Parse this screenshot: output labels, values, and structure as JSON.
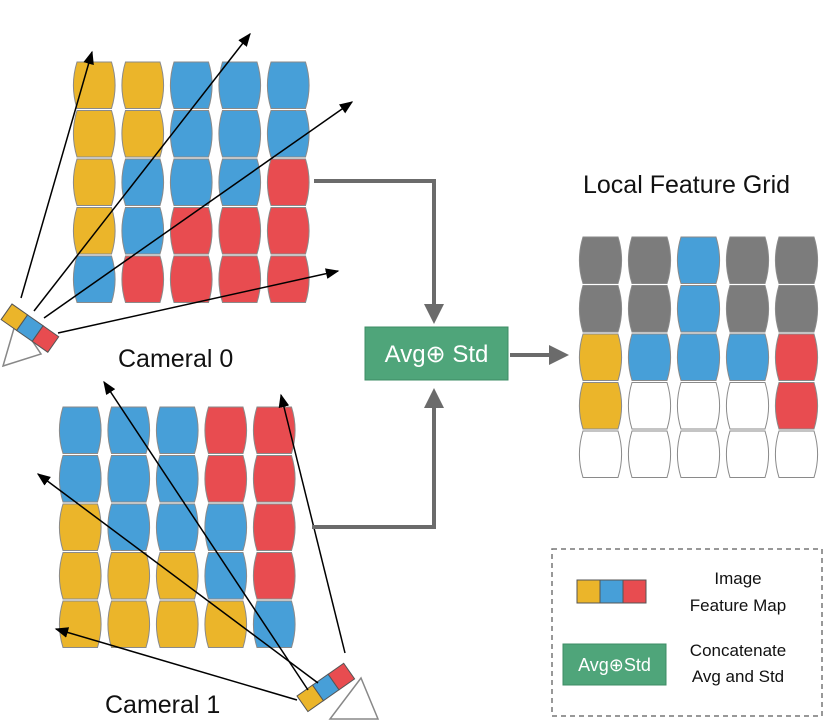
{
  "colors": {
    "yellow": "#EBB52A",
    "blue": "#479FD8",
    "red": "#E84C50",
    "gray": "#7C7C7C",
    "white": "#FFFFFF",
    "green": "#4FA57A",
    "arrow": "#6B6B6B"
  },
  "camera0": {
    "label": "Cameral 0",
    "grid": [
      [
        "Y",
        "Y",
        "B",
        "B",
        "B"
      ],
      [
        "Y",
        "Y",
        "B",
        "B",
        "B"
      ],
      [
        "Y",
        "B",
        "B",
        "B",
        "R"
      ],
      [
        "Y",
        "B",
        "R",
        "R",
        "R"
      ],
      [
        "B",
        "R",
        "R",
        "R",
        "R"
      ]
    ]
  },
  "camera1": {
    "label": "Cameral 1",
    "grid": [
      [
        "B",
        "B",
        "B",
        "R",
        "R"
      ],
      [
        "B",
        "B",
        "B",
        "R",
        "R"
      ],
      [
        "Y",
        "B",
        "B",
        "B",
        "R"
      ],
      [
        "Y",
        "Y",
        "Y",
        "B",
        "R"
      ],
      [
        "Y",
        "Y",
        "Y",
        "Y",
        "B"
      ]
    ]
  },
  "local_grid": {
    "title": "Local Feature Grid",
    "grid": [
      [
        "G",
        "G",
        "B",
        "G",
        "G"
      ],
      [
        "G",
        "G",
        "B",
        "G",
        "G"
      ],
      [
        "Y",
        "B",
        "B",
        "B",
        "R"
      ],
      [
        "Y",
        "W",
        "W",
        "W",
        "R"
      ],
      [
        "W",
        "W",
        "W",
        "W",
        "W"
      ]
    ]
  },
  "op_box": {
    "label": "Avg⊕ Std"
  },
  "legend": {
    "feature_map_line1": "Image",
    "feature_map_line2": "Feature Map",
    "op_label": "Avg⊕Std",
    "op_desc_line1": "Concatenate",
    "op_desc_line2": "Avg and Std"
  }
}
